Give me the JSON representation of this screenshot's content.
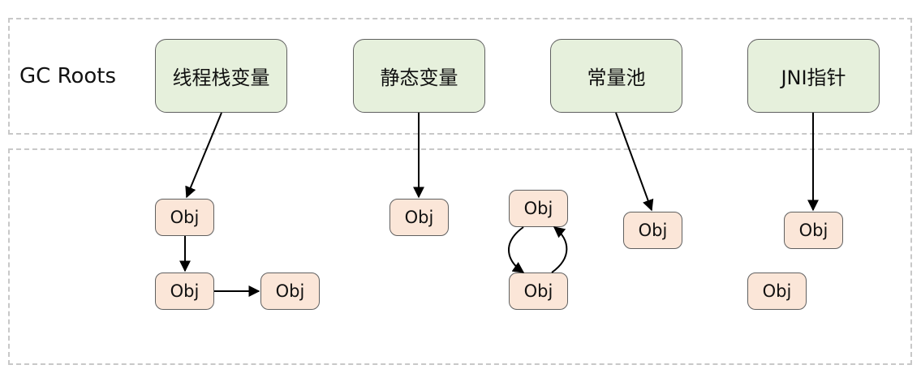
{
  "roots_label": "GC Roots",
  "roots": [
    {
      "label": "线程栈变量"
    },
    {
      "label": "静态变量"
    },
    {
      "label": "常量池"
    },
    {
      "label": "JNI指针"
    }
  ],
  "object_label": "Obj"
}
